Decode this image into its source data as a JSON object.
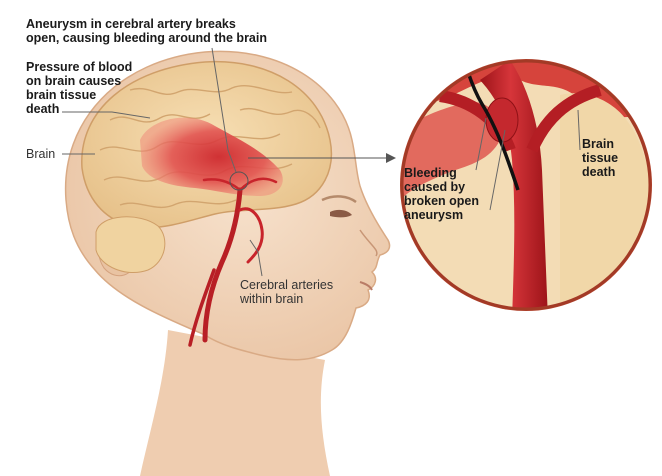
{
  "labels": {
    "aneurysm": "Aneurysm in cerebral artery breaks\nopen, causing bleeding around the brain",
    "pressure": "Pressure of blood\non brain causes\nbrain tissue\ndeath",
    "brain": "Brain",
    "cerebral_arteries": "Cerebral arteries\nwithin brain",
    "bleeding": "Bleeding\ncaused by\nbroken open\naneurysm",
    "tissue_death": "Brain\ntissue\ndeath"
  },
  "colors": {
    "skin": "#f3d6bd",
    "skin_shadow": "#e2b896",
    "brain": "#f3d7a9",
    "brain_fold": "#d9b07a",
    "hemorrhage": "#d9373d",
    "artery": "#c8242b",
    "artery_dark": "#8f1116",
    "inset_border": "#b5452f"
  }
}
